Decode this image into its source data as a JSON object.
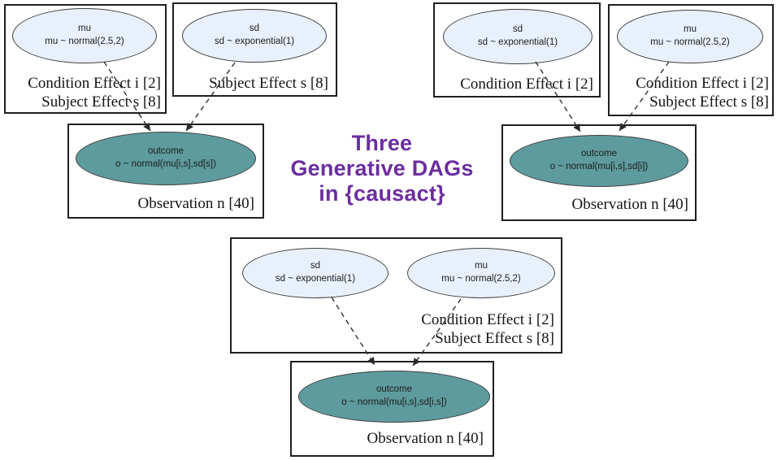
{
  "title": {
    "line1": "Three",
    "line2": "Generative DAGs",
    "line3": "in {causact}"
  },
  "colors": {
    "title_color": "#6b2e9e",
    "prior_fill": "#e8f1fb",
    "outcome_fill": "#5e9b9e",
    "node_border": "#3f3f3f",
    "plate_border": "#1f1f1f",
    "arrow": "#303030"
  },
  "dags": [
    {
      "name": "dag-top-left",
      "mu": {
        "label": "mu",
        "formula": "mu ~ normal(2.5,2)"
      },
      "mu_plate": [
        "Condition Effect i [2]",
        "Subject Effect s [8]"
      ],
      "sd": {
        "label": "sd",
        "formula": "sd ~ exponential(1)"
      },
      "sd_plate": [
        "Subject Effect s [8]"
      ],
      "outcome": {
        "label": "outcome",
        "formula": "o ~ normal(mu[i,s],sd[s])"
      },
      "outcome_plate": [
        "Observation n [40]"
      ]
    },
    {
      "name": "dag-top-right",
      "sd": {
        "label": "sd",
        "formula": "sd ~ exponential(1)"
      },
      "sd_plate": [
        "Condition Effect i [2]"
      ],
      "mu": {
        "label": "mu",
        "formula": "mu ~ normal(2.5,2)"
      },
      "mu_plate": [
        "Condition Effect i [2]",
        "Subject Effect s [8]"
      ],
      "outcome": {
        "label": "outcome",
        "formula": "o ~ normal(mu[i,s],sd[i])"
      },
      "outcome_plate": [
        "Observation n [40]"
      ]
    },
    {
      "name": "dag-bottom",
      "sd": {
        "label": "sd",
        "formula": "sd ~ exponential(1)"
      },
      "mu": {
        "label": "mu",
        "formula": "mu ~ normal(2.5,2)"
      },
      "shared_plate": [
        "Condition Effect i [2]",
        "Subject Effect s [8]"
      ],
      "outcome": {
        "label": "outcome",
        "formula": "o ~ normal(mu[i,s],sd[i,s])"
      },
      "outcome_plate": [
        "Observation n [40]"
      ]
    }
  ]
}
